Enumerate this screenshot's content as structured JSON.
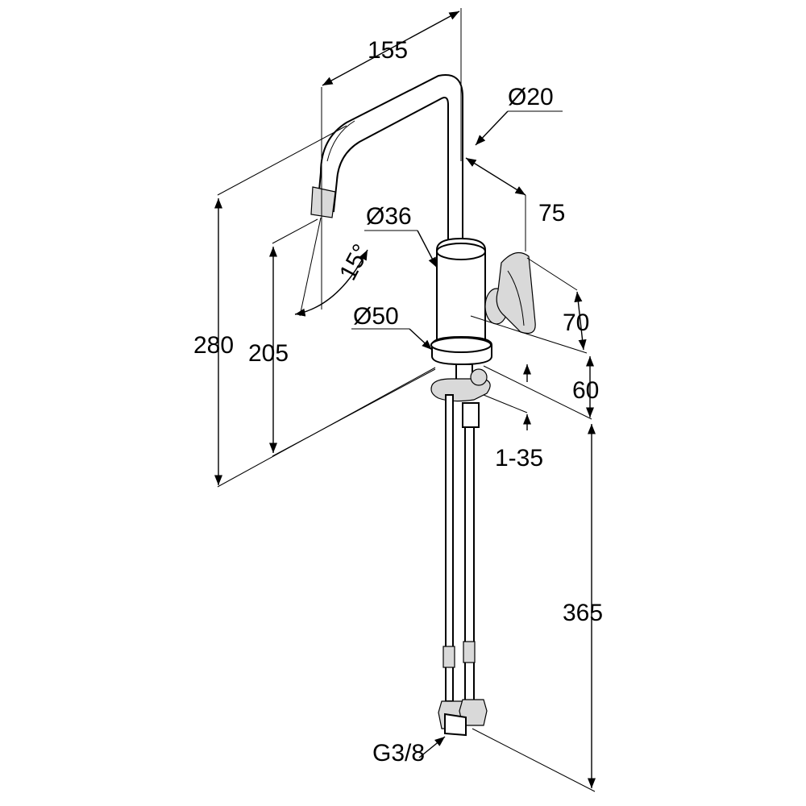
{
  "drawing": {
    "colors": {
      "ink": "#000000",
      "paper": "#ffffff",
      "shade": "#d9d9d9"
    },
    "dimensions": {
      "reach": "155",
      "spout_diameter": "Ø20",
      "spout_offset": "75",
      "body_diameter": "Ø36",
      "spout_angle": "15°",
      "base_diameter": "Ø50",
      "total_height": "280",
      "outlet_height": "205",
      "handle_height": "70",
      "base_height": "60",
      "deck_thickness": "1-35",
      "hose_length": "365",
      "connection_thread": "G3/8"
    }
  }
}
